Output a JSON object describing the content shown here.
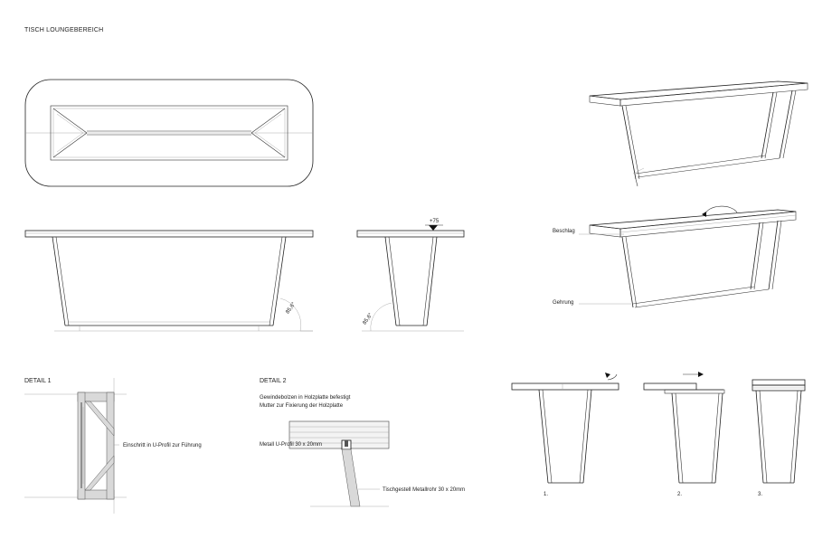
{
  "title": "TISCH LOUNGEBEREICH",
  "elevation_marker": "+75",
  "angles": {
    "front_leg": "85,6°",
    "side_leg": "85,6°"
  },
  "perspective_labels": {
    "fitting": "Beschlag",
    "miter": "Gehrung"
  },
  "detail1": {
    "heading": "DETAIL 1",
    "note": "Einschritt in U-Profil zur Führung"
  },
  "detail2": {
    "heading": "DETAIL 2",
    "note_line1": "Gewindebolzen in Holzplatte befestigt",
    "note_line2": "Mutter zur Fixierung der Holzplatte",
    "profile_label": "Metall U-Profil 30 x 20mm",
    "frame_label": "Tischgestell Metallrohr 30 x 20mm"
  },
  "steps": [
    "1.",
    "2.",
    "3."
  ]
}
